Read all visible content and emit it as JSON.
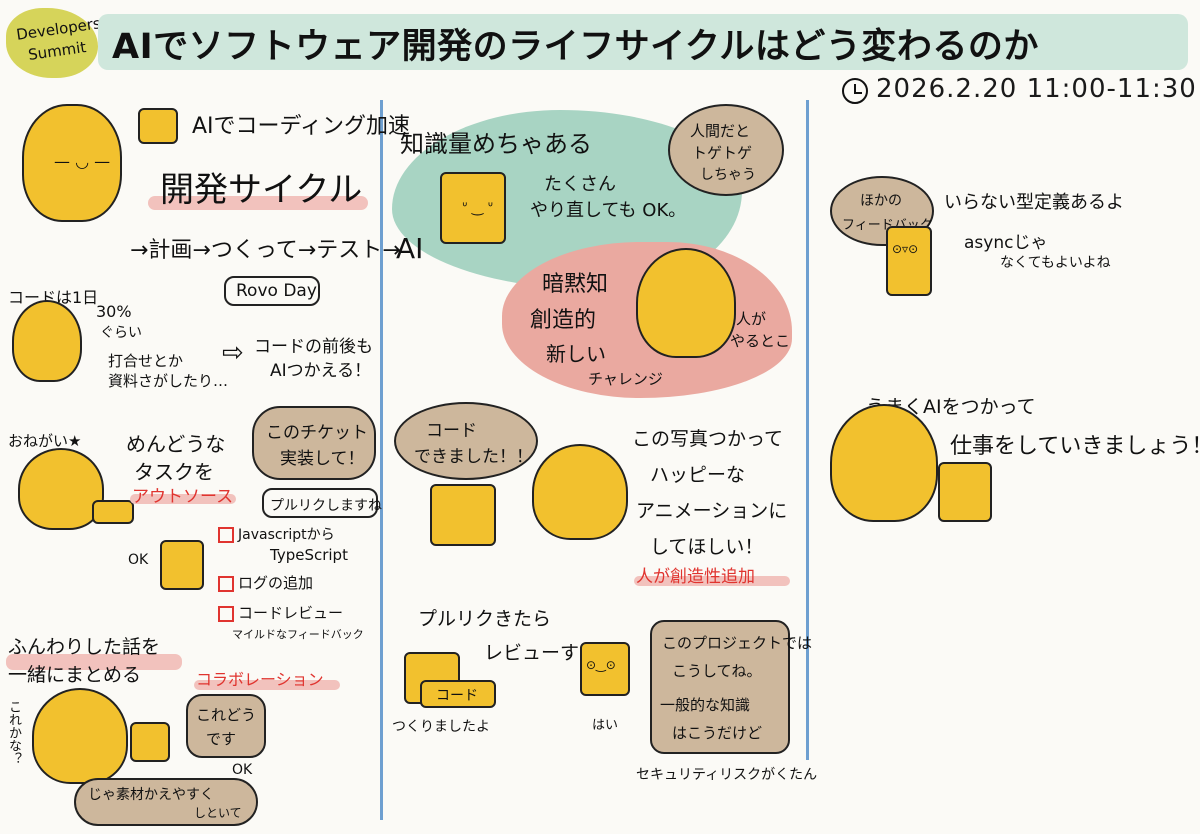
{
  "logo": {
    "line1": "Developers",
    "line2": "Summit"
  },
  "title": "AIでソフトウェア開発のライフサイクルはどう変わるのか",
  "datetime": "2026.2.20 11:00-11:30",
  "left_column": {
    "heading": "AIでコーディング加速",
    "subheading": "開発サイクル",
    "flow": "→計画→つくって→テスト→",
    "rovo": "Rovo Day",
    "code_note": {
      "line1": "コードは1日",
      "line2": "30%",
      "line3": "ぐらい"
    },
    "meetings": {
      "line1": "打合せとか",
      "line2": "資料さがしたり…"
    },
    "arrow_note": {
      "line1": "コードの前後も",
      "line2": "AIつかえる！"
    },
    "onegai": "おねがい★",
    "tedious": {
      "line1": "めんどうな",
      "line2": "タスクを"
    },
    "outsource": "アウトソース",
    "ticket_bubble": {
      "line1": "このチケット",
      "line2": "実装して！"
    },
    "pr_box": "プルリクしますね",
    "ok1": "OK",
    "checklist": [
      {
        "line1": "Javascriptから",
        "line2": "TypeScript"
      },
      {
        "line1": "ログの追加",
        "line2": ""
      },
      {
        "line1": "コードレビュー",
        "line2": "マイルドなフィードバック"
      }
    ],
    "fuwa": {
      "line1": "ふんわりした話を",
      "line2": "一緒にまとめる"
    },
    "collab": "コラボレーション",
    "side_text": "これかな？",
    "doudesu_bubble": {
      "line1": "これどう",
      "line2": "です"
    },
    "ok2": "OK",
    "material_bubble": {
      "line1": "じゃ素材かえやすく",
      "line2": "しといて"
    }
  },
  "middle_column": {
    "knowledge": "知識量めちゃある",
    "ai_label": "AI",
    "redo": {
      "line1": "たくさん",
      "line2": "やり直しても OK。"
    },
    "human_bubble": {
      "line1": "人間だと",
      "line2": "トゲトゲ",
      "line3": "しちゃう"
    },
    "tacit": {
      "line1": "暗黙知",
      "line2": "創造的",
      "line3": "新しい",
      "line4": "チャレンジ"
    },
    "human_does": {
      "line1": "人が",
      "line2": "やるとこ"
    },
    "code_done_bubble": {
      "line1": "コード",
      "line2": "できました！！"
    },
    "photo_request": {
      "line1": "この写真つかって",
      "line2": "ハッピーな",
      "line3": "アニメーションに",
      "line4": "してほしい！"
    },
    "creativity": "人が創造性追加",
    "pr_review": {
      "line1": "プルリクきたら",
      "line2": "レビューする"
    },
    "code_tag": "コード",
    "made_it": "つくりましたよ",
    "hai": "はい",
    "project_bubble": {
      "line1": "このプロジェクトでは",
      "line2": "こうしてね。",
      "line3": "一般的な知識",
      "line4": "はこうだけど"
    },
    "security": "セキュリティリスクがくたん"
  },
  "right_column": {
    "other_feedback": {
      "line1": "ほかの",
      "line2": "フィードバック"
    },
    "unneeded_types": "いらない型定義あるよ",
    "async_note": {
      "line1": "asyncじゃ",
      "line2": "なくてもよいよね"
    },
    "closing": {
      "line1": "うまくAIをつかって",
      "line2": "仕事をしていきましょう！"
    }
  },
  "colors": {
    "background": "#fbfaf6",
    "title_band": "#cfe7dc",
    "character": "#f2c12e",
    "bubble_brown": "#cdb79c",
    "blob_green": "#a8d4c3",
    "blob_pink": "#eaa9a0",
    "accent_red": "#e0342f",
    "divider_blue": "#6e9fd0"
  }
}
